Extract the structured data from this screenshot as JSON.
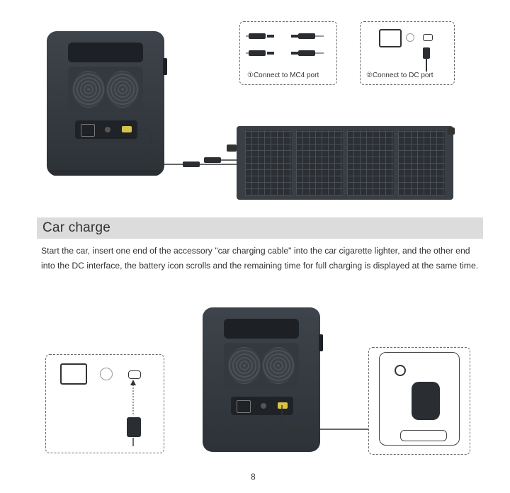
{
  "top_illustration": {
    "inset_mc4_caption": "①Connect to MC4 port",
    "inset_dc_caption": "②Connect to DC port"
  },
  "section": {
    "title": "Car charge",
    "paragraph": "Start the car, insert one end of the accessory \"car charging cable\" into the car cigarette lighter, and the other end into the DC interface, the battery icon scrolls and the remaining time for full charging is displayed at the same time."
  },
  "page_number": "8"
}
